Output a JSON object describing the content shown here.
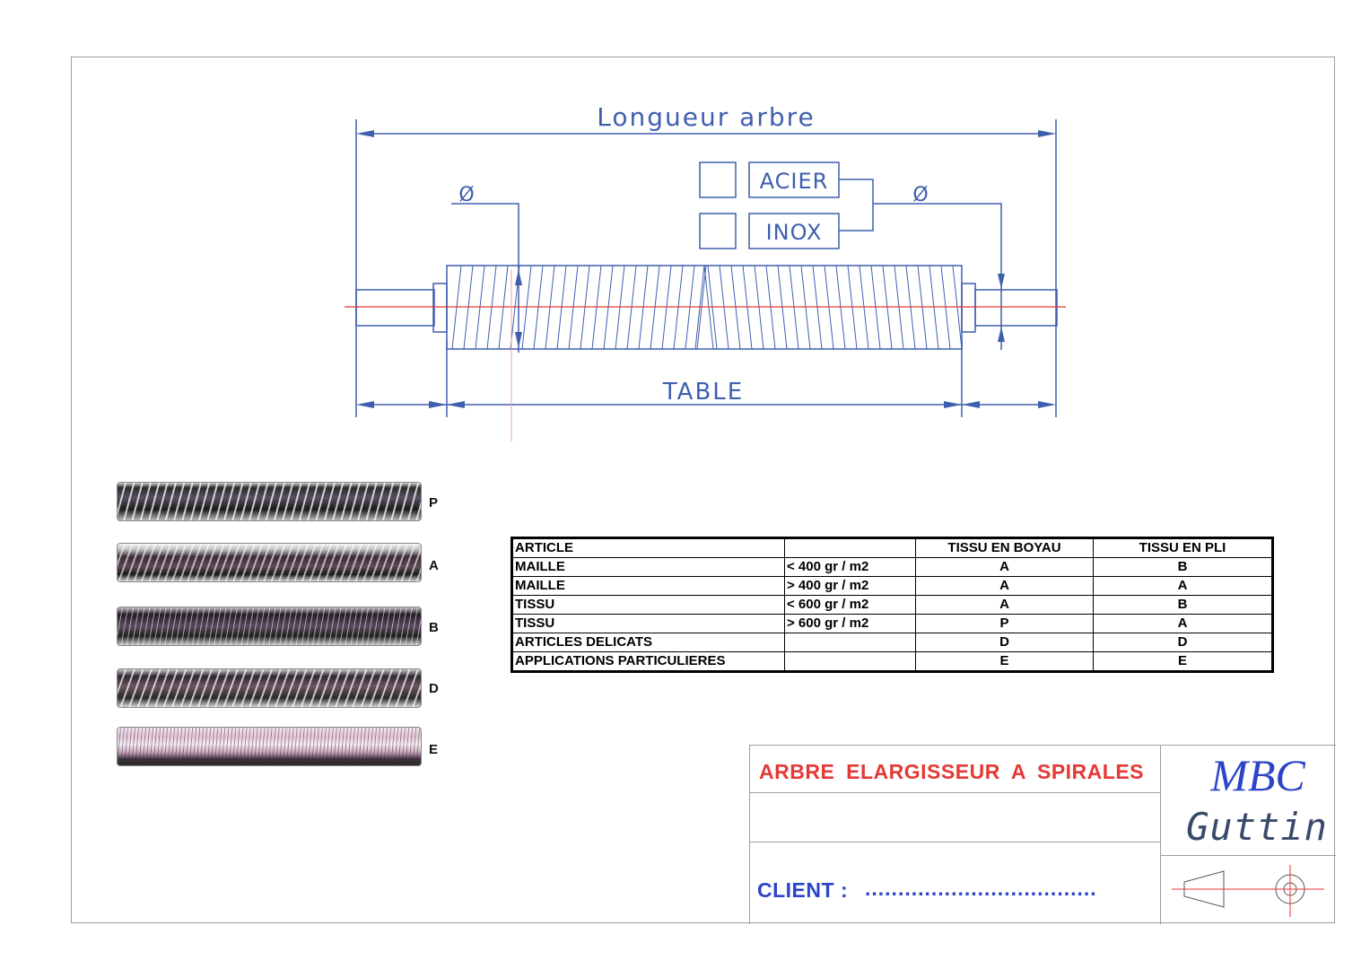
{
  "drawing": {
    "length_label": "Longueur arbre",
    "table_label": "TABLE",
    "diameter_symbol": "Ø",
    "material_options": [
      {
        "label": "ACIER"
      },
      {
        "label": "INOX"
      }
    ]
  },
  "samples": [
    {
      "label": "P"
    },
    {
      "label": "A"
    },
    {
      "label": "B"
    },
    {
      "label": "D"
    },
    {
      "label": "E"
    }
  ],
  "table": {
    "headers": [
      "ARTICLE",
      "",
      "TISSU EN BOYAU",
      "TISSU EN PLI"
    ],
    "rows": [
      [
        "MAILLE",
        "< 400 gr / m2",
        "A",
        "B"
      ],
      [
        "MAILLE",
        "> 400 gr / m2",
        "A",
        "A"
      ],
      [
        "TISSU",
        "< 600 gr / m2",
        "A",
        "B"
      ],
      [
        "TISSU",
        "> 600 gr / m2",
        "P",
        "A"
      ],
      [
        "ARTICLES DELICATS",
        "",
        "D",
        "D"
      ],
      [
        "APPLICATIONS PARTICULIERES",
        "",
        "E",
        "E"
      ]
    ]
  },
  "title_block": {
    "title": "ARBRE ELARGISSEUR A SPIRALES",
    "subtitle": "",
    "client_label": "CLIENT :",
    "client_value": "...................................",
    "logo_line1": "MBC",
    "logo_line2": "Guttin"
  },
  "colors": {
    "dimension_blue": "#3f5fae",
    "centerline_red": "#e53935",
    "title_red": "#e53935",
    "brand_blue": "#2c44c8"
  }
}
